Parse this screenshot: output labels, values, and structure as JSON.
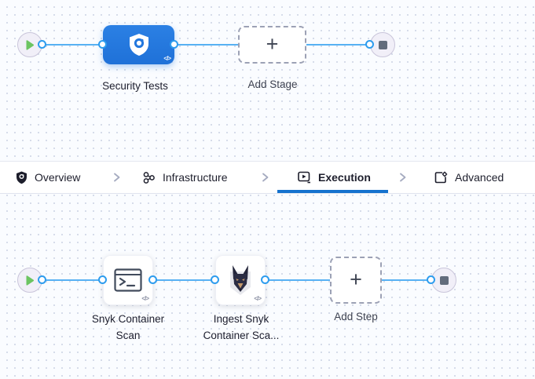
{
  "stage_graph": {
    "stage": {
      "label": "Security Tests"
    },
    "add_stage": {
      "label": "Add Stage",
      "plus": "+"
    },
    "code_glyph": "</>"
  },
  "tab_bar": {
    "tabs": [
      {
        "label": "Overview",
        "icon": "shield-icon",
        "active": false
      },
      {
        "label": "Infrastructure",
        "icon": "infrastructure-icon",
        "active": false
      },
      {
        "label": "Execution",
        "icon": "execution-icon",
        "active": true
      },
      {
        "label": "Advanced",
        "icon": "advanced-icon",
        "active": false
      }
    ]
  },
  "step_graph": {
    "steps": [
      {
        "label": "Snyk Container Scan",
        "icon": "terminal-icon"
      },
      {
        "label": "Ingest Snyk Container Sca...",
        "icon": "snyk-dog-icon"
      }
    ],
    "add_step": {
      "label": "Add Step",
      "plus": "+"
    },
    "code_glyph": "</>"
  },
  "colors": {
    "stage_node_blue": "#2277DE",
    "connector_line": "#57B1F3",
    "connector_dot_ring": "#2D9CEE",
    "active_tab_underline": "#1572CE",
    "play_green": "#6CC462",
    "canvas_bg": "#FAFCFF"
  }
}
